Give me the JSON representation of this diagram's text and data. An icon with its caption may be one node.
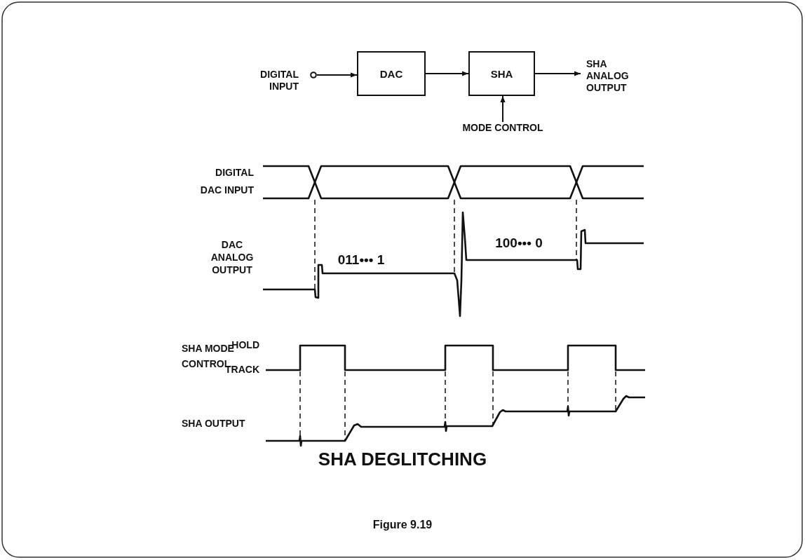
{
  "diagram": {
    "title": "SHA DEGLITCHING",
    "caption": "Figure 9.19",
    "nodes": [
      {
        "text": [
          "DIGITAL INPUT"
        ]
      },
      {
        "text": [],
        "shape": "circle"
      },
      {
        "text": [
          "DAC"
        ]
      },
      {
        "text": [
          "SHA"
        ]
      },
      {
        "text": [
          "SHA ANALOG OUTPUT"
        ]
      },
      {
        "text": [
          "MODE CONTROL"
        ]
      }
    ],
    "edges": [
      {
        "from": 1,
        "to": 2,
        "arrow": "to"
      },
      {
        "from": 2,
        "to": 3,
        "arrow": "to"
      },
      {
        "from": 3,
        "to": 4,
        "arrow": "to"
      },
      {
        "from": 5,
        "to": 3,
        "arrow": "to"
      }
    ],
    "labels": [
      "DIGITAL DAC INPUT",
      "DAC ANALOG OUTPUT",
      "011••• 1",
      "100••• 0",
      "SHA MODE CONTROL",
      "HOLD",
      "TRACK",
      "SHA OUTPUT"
    ]
  }
}
